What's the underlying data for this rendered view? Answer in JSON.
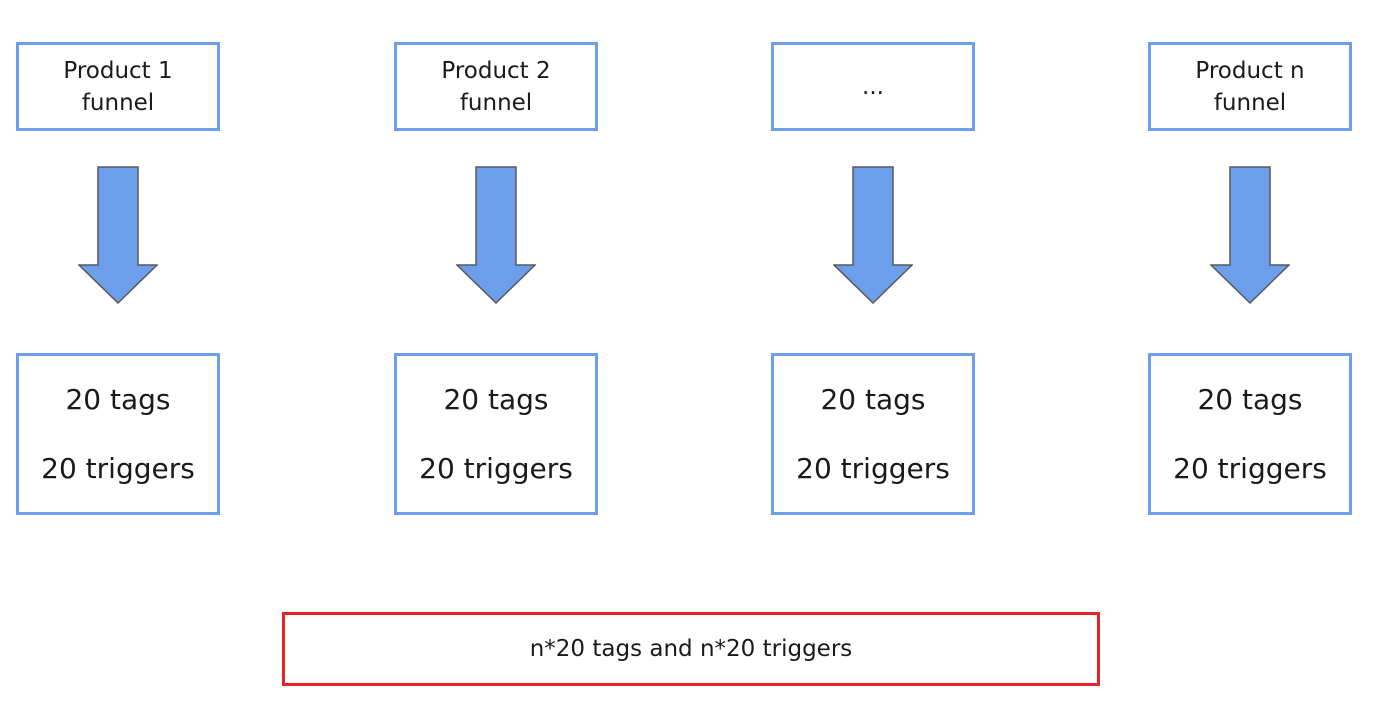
{
  "colors": {
    "box_border": "#6d9eeb",
    "arrow_fill": "#6d9eeb",
    "arrow_stroke": "#595959",
    "summary_border": "#e8232c"
  },
  "columns": [
    {
      "top": {
        "line1": "Product 1",
        "line2": "funnel"
      },
      "bottom": {
        "tags": "20 tags",
        "triggers": "20 triggers"
      }
    },
    {
      "top": {
        "line1": "Product 2",
        "line2": "funnel"
      },
      "bottom": {
        "tags": "20 tags",
        "triggers": "20 triggers"
      }
    },
    {
      "top": {
        "line1": "...",
        "line2": ""
      },
      "bottom": {
        "tags": "20 tags",
        "triggers": "20 triggers"
      }
    },
    {
      "top": {
        "line1": "Product n",
        "line2": "funnel"
      },
      "bottom": {
        "tags": "20 tags",
        "triggers": "20 triggers"
      }
    }
  ],
  "summary": {
    "text": "n*20 tags and n*20 triggers"
  }
}
